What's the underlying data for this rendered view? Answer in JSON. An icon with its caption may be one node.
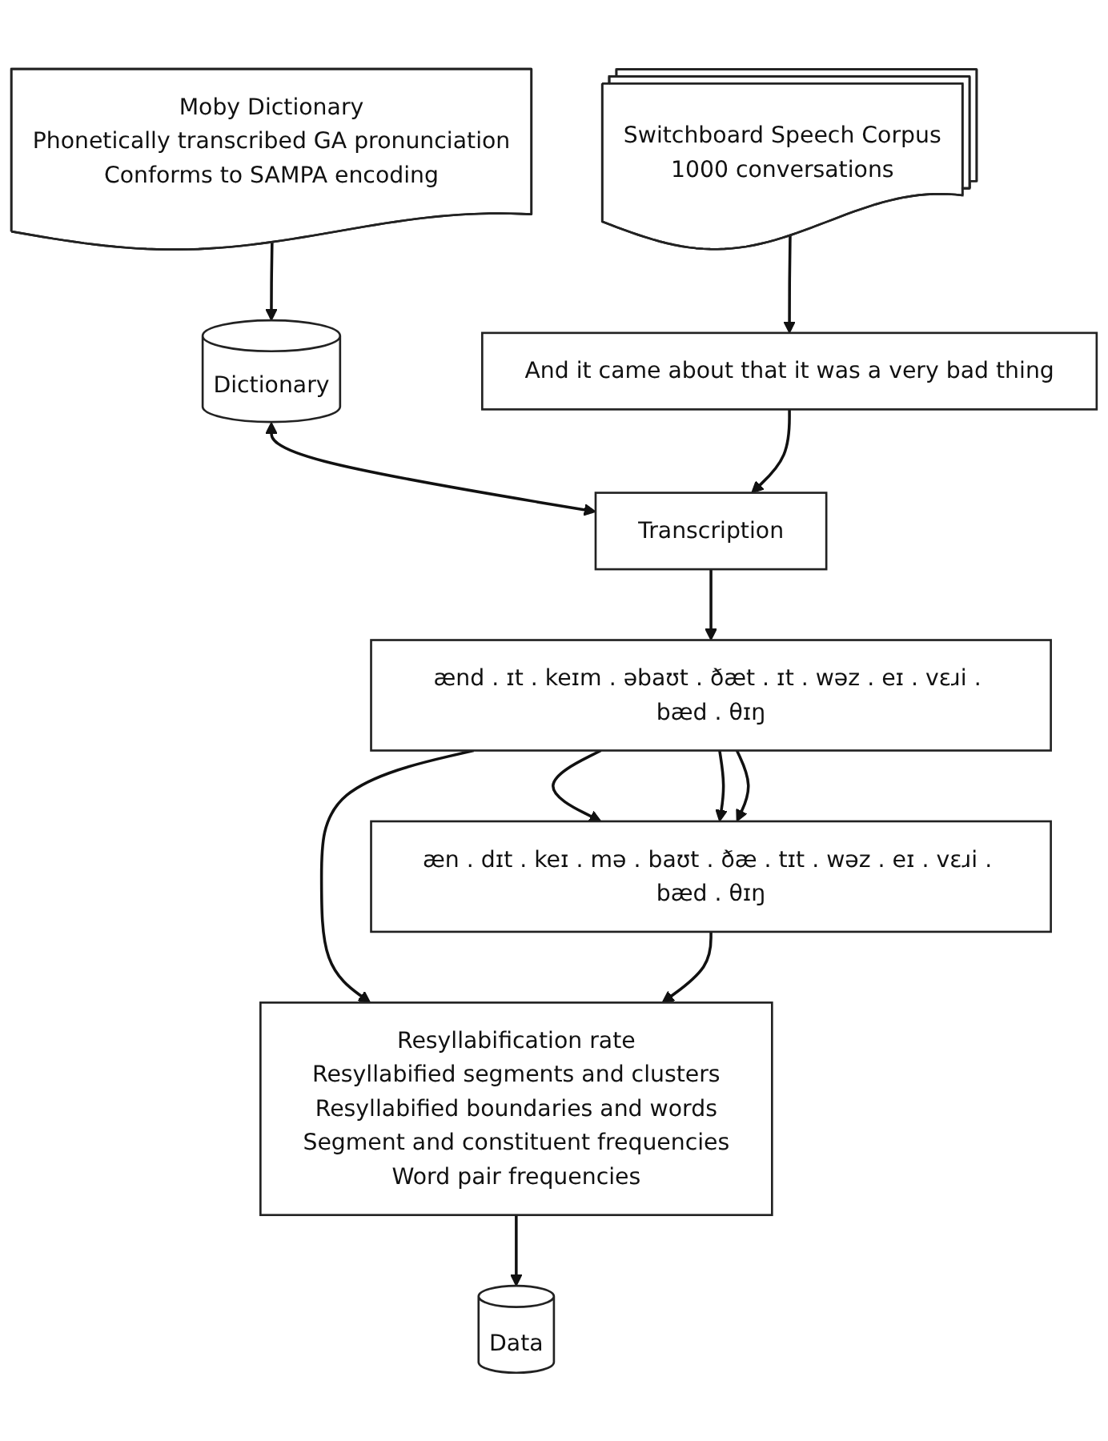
{
  "diagram": {
    "nodes": [
      {
        "text": [
          "Switchboard Speech Corpus",
          "1000 conversations"
        ]
      },
      {
        "text": [
          "Moby Dictionary",
          "Phonetically transcribed GA pronunciation",
          "Conforms to SAMPA encoding"
        ]
      },
      {
        "text": [
          "Dictionary"
        ]
      },
      {
        "text": [
          "And it came about that it was a very bad thing"
        ]
      },
      {
        "text": [
          "Transcription"
        ]
      },
      {
        "text": [
          "ænd . ɪt . keɪm . əbaʊt . ðæt . ɪt . wəz . eɪ . vɛɹi . bæd . θɪŋ"
        ]
      },
      {
        "text": [
          "æn . dɪt . keɪ . mə . baʊt . ðæ . tɪt . wəz . eɪ . vɛɹi . bæd . θɪŋ"
        ]
      },
      {
        "text": [
          "Resyllabification rate",
          "Resyllabified segments and clusters",
          "Resyllabified boundaries and words",
          "Segment and constituent frequencies",
          "Word pair frequencies"
        ]
      },
      {
        "text": [
          "Data"
        ]
      }
    ],
    "edges": [
      {
        "from": 0,
        "to": 3,
        "arrow": "to"
      },
      {
        "from": 1,
        "to": 2,
        "arrow": "to"
      },
      {
        "from": 2,
        "to": 4,
        "arrow": "both"
      },
      {
        "from": 3,
        "to": 4,
        "arrow": "to"
      },
      {
        "from": 4,
        "to": 5,
        "arrow": "to"
      },
      {
        "from": 5,
        "to": 6,
        "arrow": "to"
      },
      {
        "from": 5,
        "to": 6,
        "arrow": "to"
      },
      {
        "from": 5,
        "to": 6,
        "arrow": "to"
      },
      {
        "from": 5,
        "to": 7,
        "arrow": "to"
      },
      {
        "from": 6,
        "to": 7,
        "arrow": "to"
      },
      {
        "from": 7,
        "to": 8,
        "arrow": "to"
      }
    ]
  }
}
